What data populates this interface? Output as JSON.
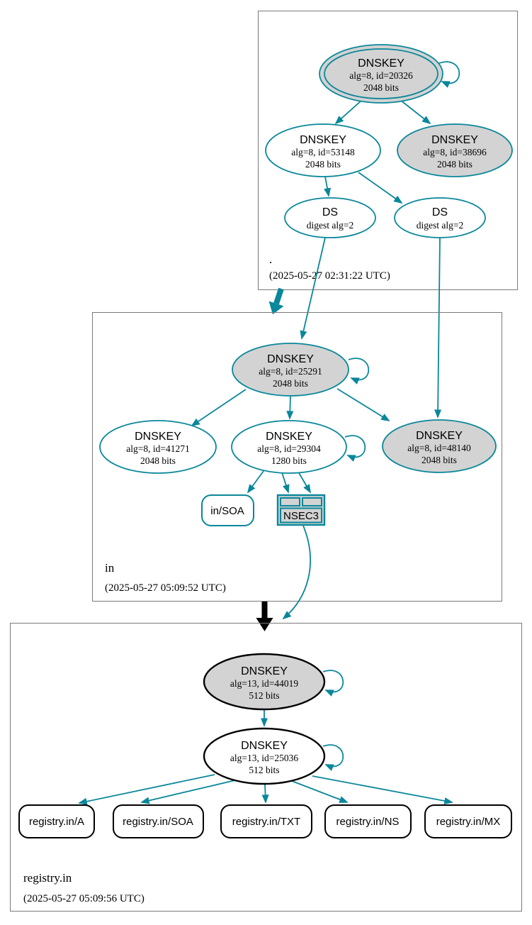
{
  "colors": {
    "secure_teal": "#0a879a",
    "key_fill_gray": "#d3d3d3",
    "bottom_zone_node_border": "#000000",
    "zone_box_border": "#7a7a7a",
    "background": "#ffffff"
  },
  "zones": [
    {
      "name": ".",
      "timestamp": "(2025-05-27 02:31:22 UTC)",
      "nodes": {
        "ksk": {
          "label": "DNSKEY",
          "detail1": "alg=8, id=20326",
          "detail2": "2048 bits"
        },
        "zsk": {
          "label": "DNSKEY",
          "detail1": "alg=8, id=53148",
          "detail2": "2048 bits"
        },
        "key2": {
          "label": "DNSKEY",
          "detail1": "alg=8, id=38696",
          "detail2": "2048 bits"
        },
        "ds1": {
          "label": "DS",
          "detail1": "digest alg=2"
        },
        "ds2": {
          "label": "DS",
          "detail1": "digest alg=2"
        }
      }
    },
    {
      "name": "in",
      "timestamp": "(2025-05-27 05:09:52 UTC)",
      "nodes": {
        "ksk": {
          "label": "DNSKEY",
          "detail1": "alg=8, id=25291",
          "detail2": "2048 bits"
        },
        "zsk1": {
          "label": "DNSKEY",
          "detail1": "alg=8, id=41271",
          "detail2": "2048 bits"
        },
        "zsk2": {
          "label": "DNSKEY",
          "detail1": "alg=8, id=29304",
          "detail2": "1280 bits"
        },
        "key2": {
          "label": "DNSKEY",
          "detail1": "alg=8, id=48140",
          "detail2": "2048 bits"
        },
        "soa": {
          "label": "in/SOA"
        },
        "nsec3": {
          "label": "NSEC3"
        }
      }
    },
    {
      "name": "registry.in",
      "timestamp": "(2025-05-27 05:09:56 UTC)",
      "nodes": {
        "ksk": {
          "label": "DNSKEY",
          "detail1": "alg=13, id=44019",
          "detail2": "512 bits"
        },
        "zsk": {
          "label": "DNSKEY",
          "detail1": "alg=13, id=25036",
          "detail2": "512 bits"
        },
        "rrsets": [
          {
            "label": "registry.in/A"
          },
          {
            "label": "registry.in/SOA"
          },
          {
            "label": "registry.in/TXT"
          },
          {
            "label": "registry.in/NS"
          },
          {
            "label": "registry.in/MX"
          }
        ]
      }
    }
  ]
}
